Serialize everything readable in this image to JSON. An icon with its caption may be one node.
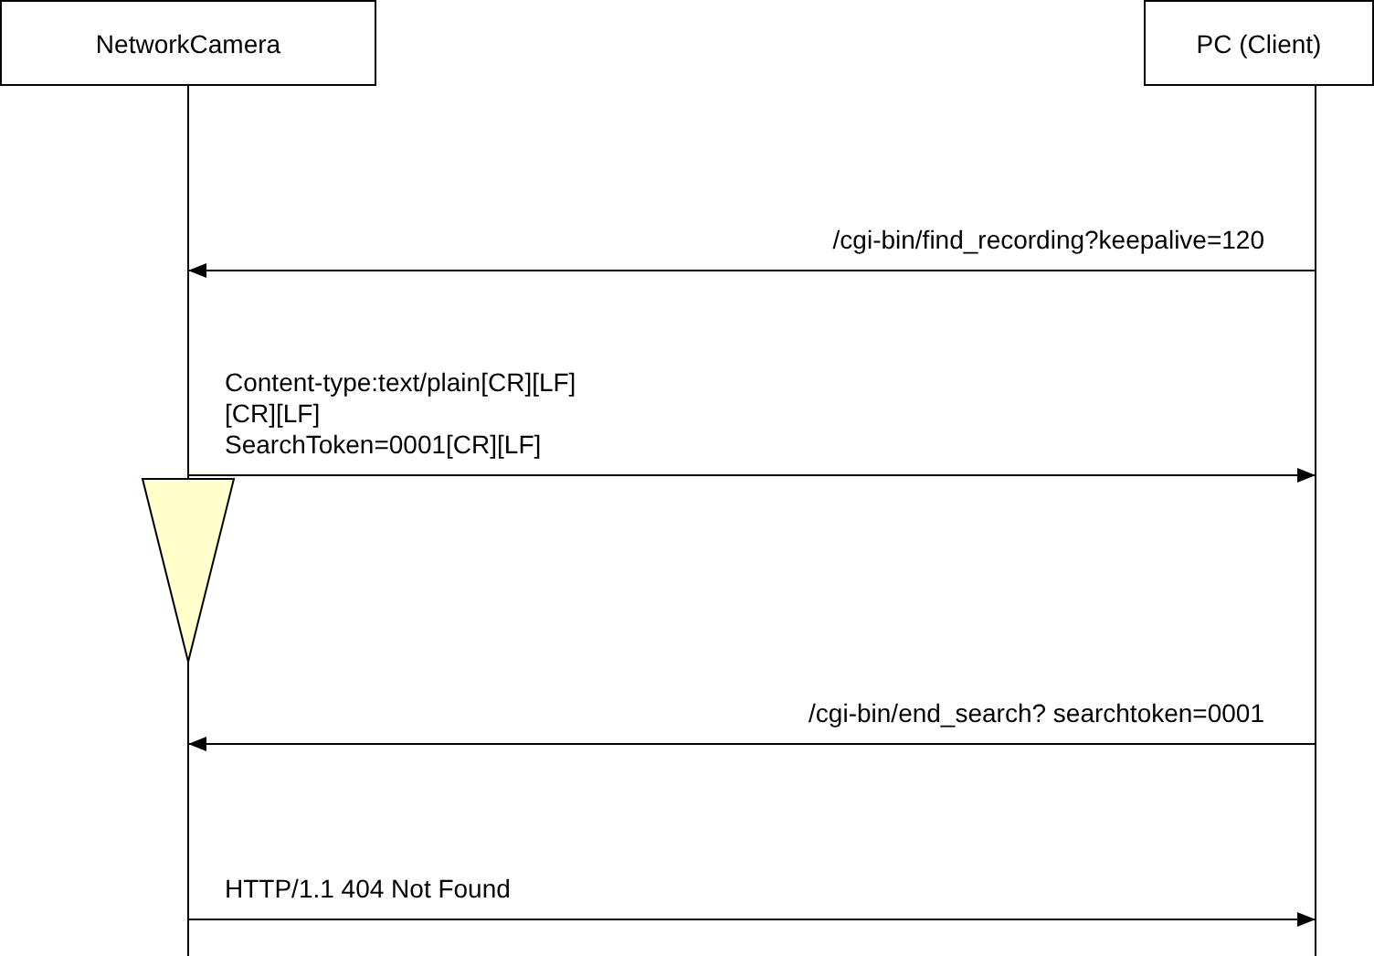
{
  "diagram": {
    "nodes": [
      {
        "text": [
          "NetworkCamera"
        ]
      },
      {
        "text": [
          "PC (Client)"
        ]
      }
    ],
    "edges": [
      {
        "from": 1,
        "to": 0,
        "arrow": "to",
        "label": "/cgi-bin/find_recording?keepalive=120"
      },
      {
        "from": 0,
        "to": 1,
        "arrow": "to",
        "label": "Content-type:text/plain[CR][LF] [CR][LF] SearchToken=0001[CR][LF]"
      },
      {
        "from": 1,
        "to": 0,
        "arrow": "to",
        "label": "/cgi-bin/end_search? searchtoken=0001"
      },
      {
        "from": 0,
        "to": 1,
        "arrow": "to",
        "label": "HTTP/1.1 404 Not Found"
      }
    ]
  }
}
